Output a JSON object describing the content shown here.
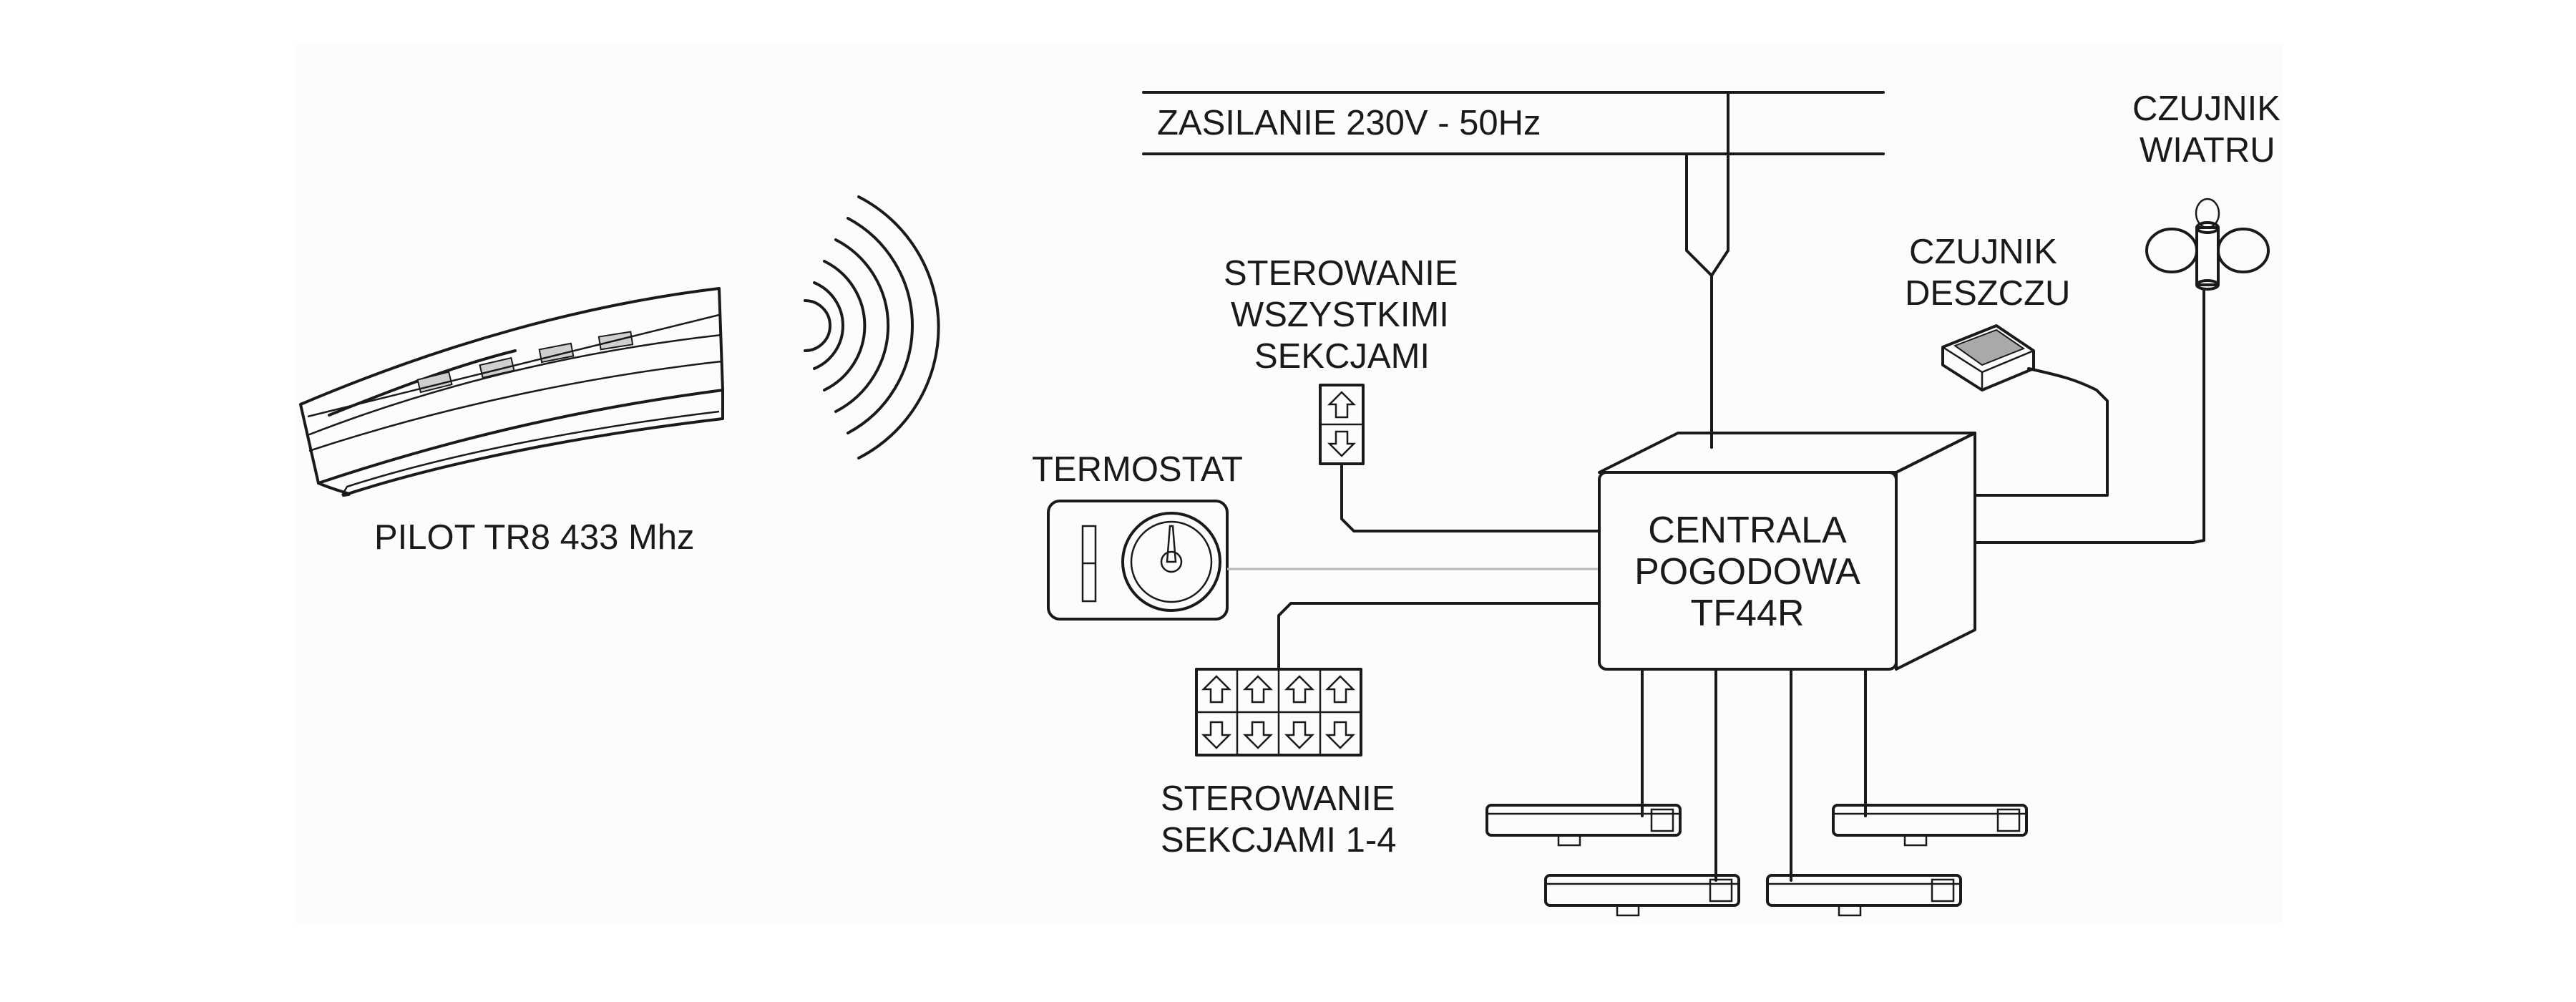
{
  "labels": {
    "power": "ZASILANIE 230V - 50Hz",
    "remote": "PILOT TR8 433 Mhz",
    "all_sections": [
      "STEROWANIE",
      "WSZYSTKIMI",
      "SEKCJAMI"
    ],
    "thermostat": "TERMOSTAT",
    "central": [
      "CENTRALA",
      "POGODOWA",
      "TF44R"
    ],
    "rain_sensor": [
      "CZUJNIK",
      "DESZCZU"
    ],
    "wind_sensor": [
      "CZUJNIK",
      "WIATRU"
    ],
    "sections_1_4": [
      "STEROWANIE",
      "SEKCJAMI 1-4"
    ]
  },
  "colors": {
    "line": "#1a1a1a",
    "background_panel": "#fcfcfc",
    "thermostat_link": "#b8b8b8"
  },
  "icons": [
    "remote-control-icon",
    "radio-wave-icon",
    "thermostat-icon",
    "rain-sensor-icon",
    "anemometer-icon",
    "switch-icon",
    "actuator-icon"
  ]
}
